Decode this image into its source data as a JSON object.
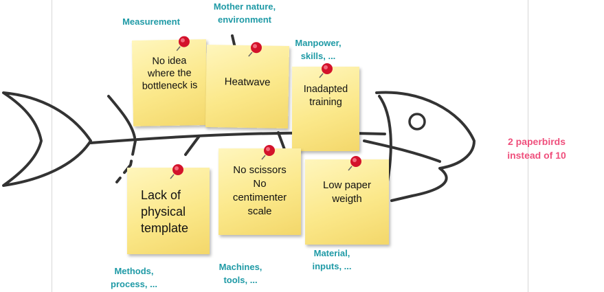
{
  "categories": {
    "measurement": "Measurement",
    "mother_nature": "Mother nature,\nenvironment",
    "manpower": "Manpower,\nskills, ...",
    "methods": "Methods,\nprocess, ...",
    "machines": "Machines,\ntools, ...",
    "material": "Material,\ninputs, ..."
  },
  "effect": "2 paperbirds\ninstead of 10",
  "notes": {
    "bottleneck": "No idea\nwhere the\nbottleneck is",
    "heatwave": "Heatwave",
    "training": "Inadapted\ntraining",
    "template": "Lack of\nphysical\ntemplate",
    "scissors": "No scissors\nNo\ncentimenter\nscale",
    "paper": "Low paper\nweigth"
  },
  "colors": {
    "category_text": "#1f9aa6",
    "effect_text": "#ef4f7c",
    "note_fill": "#fbe88a",
    "pin": "#d3122b",
    "fish_stroke": "#333333"
  },
  "icons": [
    "push-pin-icon",
    "fish-skeleton"
  ]
}
